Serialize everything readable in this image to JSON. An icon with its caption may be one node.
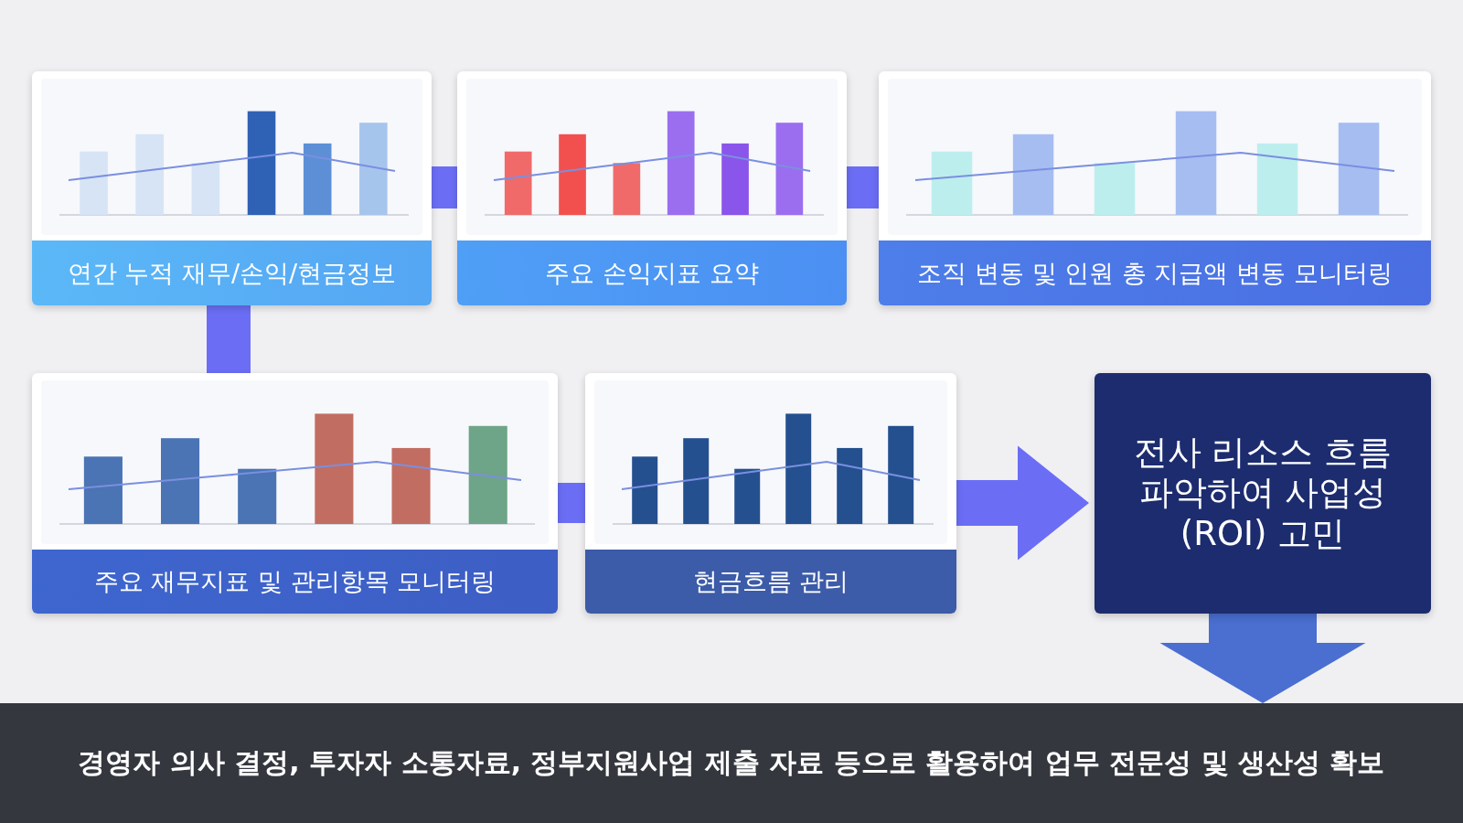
{
  "diagram": {
    "nodes": [
      {
        "text": [
          "연간 누적 재무/손익/현금정보"
        ]
      },
      {
        "text": [
          "주요 손익지표 요약"
        ]
      },
      {
        "text": [
          "조직 변동 및 인원 총 지급액 변동 모니터링"
        ]
      },
      {
        "text": [
          "주요 재무지표 및 관리항목 모니터링"
        ]
      },
      {
        "text": [
          "현금흐름 관리"
        ]
      },
      {
        "text": [
          "전사 리소스 흐름 파악하여 사업성(ROI) 고민"
        ]
      },
      {
        "text": [
          "경영자 의사 결정, 투자자 소통자료, 정부지원사업 제출 자료 등으로 활용하여 업무 전문성 및 생산성 확보"
        ]
      }
    ],
    "edges": [
      {
        "from": 0,
        "to": 1,
        "arrow": "none"
      },
      {
        "from": 1,
        "to": 2,
        "arrow": "none"
      },
      {
        "from": 0,
        "to": 3,
        "arrow": "none"
      },
      {
        "from": 3,
        "to": 4,
        "arrow": "none"
      },
      {
        "from": 4,
        "to": 5,
        "arrow": "to"
      },
      {
        "from": 5,
        "to": 6,
        "arrow": "to",
        "color": "#4a6fd0"
      }
    ]
  }
}
